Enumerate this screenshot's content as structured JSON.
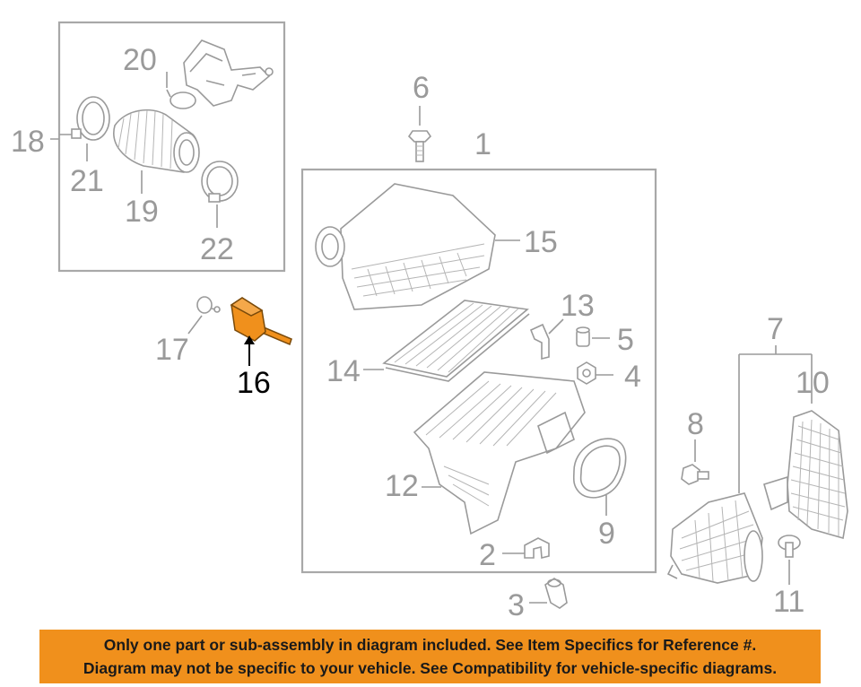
{
  "callouts": {
    "c1": "1",
    "c2": "2",
    "c3": "3",
    "c4": "4",
    "c5": "5",
    "c6": "6",
    "c7": "7",
    "c8": "8",
    "c9": "9",
    "c10": "10",
    "c11": "11",
    "c12": "12",
    "c13": "13",
    "c14": "14",
    "c15": "15",
    "c16": "16",
    "c17": "17",
    "c18": "18",
    "c19": "19",
    "c20": "20",
    "c21": "21",
    "c22": "22"
  },
  "highlight": {
    "part_number": "16",
    "color": "#f0901c"
  },
  "banner": {
    "line1": "Only one part or sub-assembly in diagram included. See Item Specifics for Reference #.",
    "line2": "Diagram may not be specific to your vehicle. See Compatibility for vehicle-specific diagrams.",
    "color": "#f0901c"
  }
}
